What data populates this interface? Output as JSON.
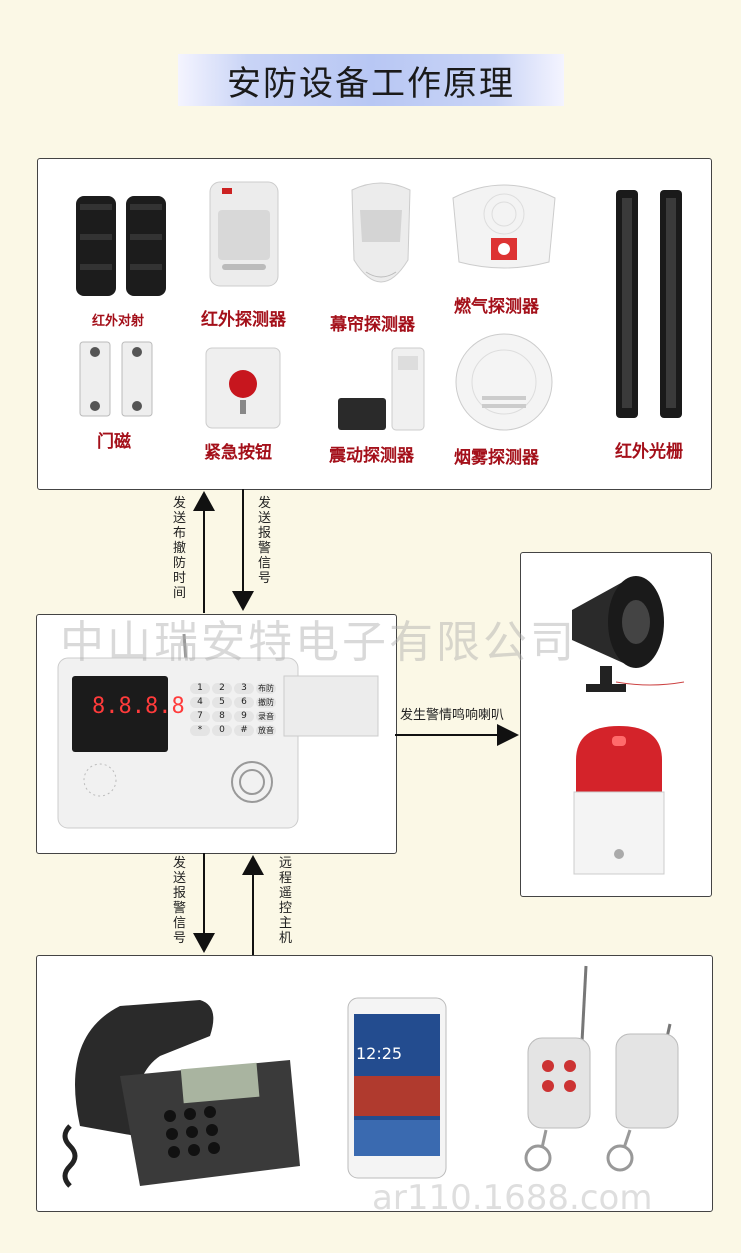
{
  "title": "安防设备工作原理",
  "sensors": {
    "infrared_beam": "红外对射",
    "infrared_detector": "红外探测器",
    "curtain_detector": "幕帘探测器",
    "gas_detector": "燃气探测器",
    "infrared_grating": "红外光栅",
    "door_magnet": "门磁",
    "emergency_button": "紧急按钮",
    "vibration_detector": "震动探测器",
    "smoke_detector": "烟雾探测器"
  },
  "arrows": {
    "up_arm_time": "发送布撤防时间",
    "down_alarm_signal": "发送报警信号",
    "right_alarm_horn": "发生警情鸣响喇叭",
    "down_alarm_signal_2": "发送报警信号",
    "up_remote_control": "远程遥控主机"
  },
  "host": {
    "display": "8.8.8.8",
    "keys": [
      "1",
      "2",
      "3",
      "布防",
      "4",
      "5",
      "6",
      "撤防",
      "7",
      "8",
      "9",
      "录音",
      "*",
      "0",
      "#",
      "放音"
    ]
  },
  "phone": {
    "time": "12:25"
  },
  "watermark": "中山瑞安特电子有限公司",
  "watermark2": "ar110.1688.com",
  "colors": {
    "label_red": "#a4101a",
    "banner_blue": "#b8c7f4",
    "background": "#fbf8e6"
  }
}
